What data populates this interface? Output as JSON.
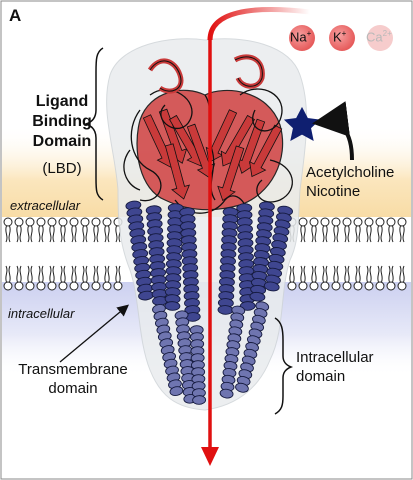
{
  "panel_label": "A",
  "labels": {
    "lbd_title": [
      "Ligand",
      "Binding",
      "Domain"
    ],
    "lbd_abbrev": "(LBD)",
    "extracellular": "extracellular",
    "intracellular": "intracellular",
    "transmembrane": [
      "Transmembrane",
      "domain"
    ],
    "intracellular_domain": [
      "Intracellular",
      "domain"
    ],
    "ligands": [
      "Acetylcholine",
      "Nicotine"
    ]
  },
  "ions": [
    {
      "symbol": "Na",
      "charge": "+"
    },
    {
      "symbol": "K",
      "charge": "+"
    },
    {
      "symbol": "Ca",
      "charge": "2+"
    }
  ],
  "colors": {
    "extracellular_band": "#fbe6bd",
    "intracellular_band": "#d9dcf3",
    "ligand_domain": "#c93a3a",
    "transmembrane_helix": "#3f4690",
    "intracellular_helix": "#6f75b0",
    "ion_path": "#e01010",
    "ligand_star": "#0f1f70",
    "outline": "#111111"
  },
  "icons": {
    "ligand": "star-icon",
    "ion_path": "arrow-down-icon"
  }
}
